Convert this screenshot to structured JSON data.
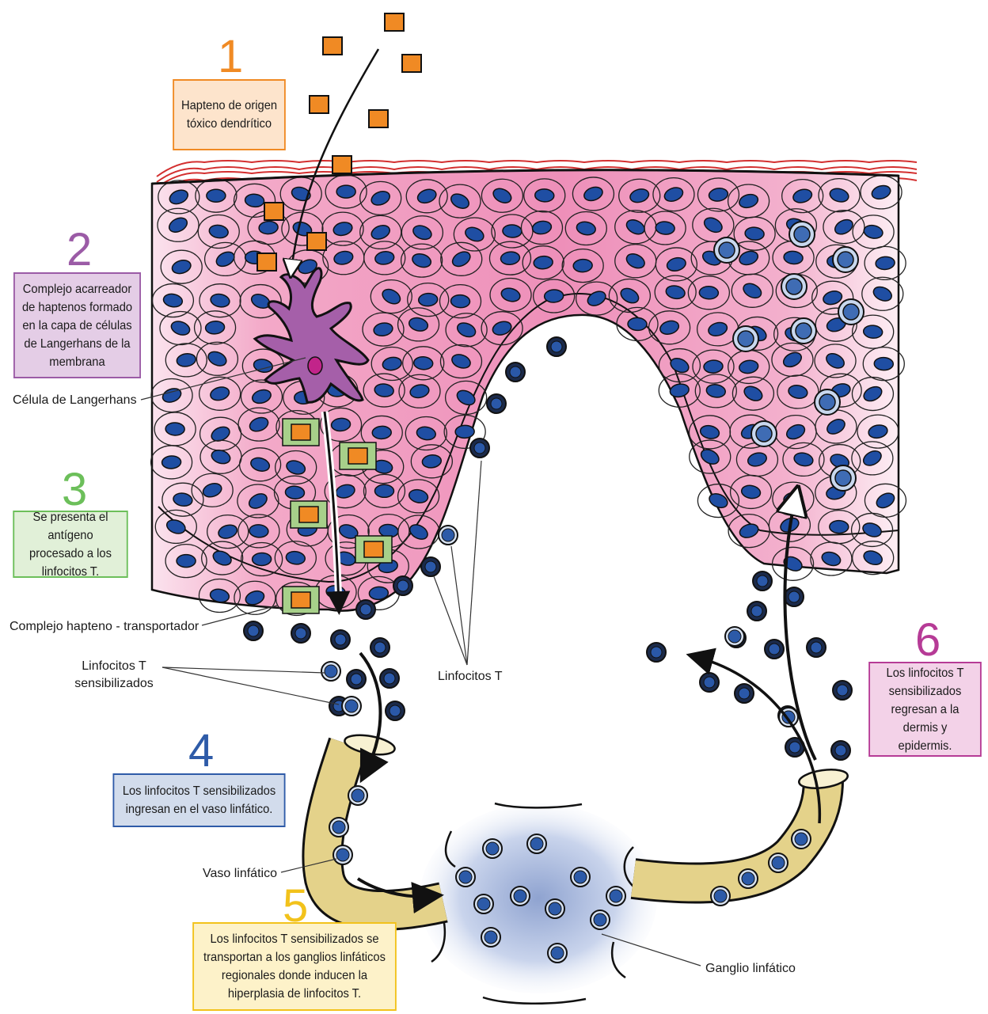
{
  "colors": {
    "orange": "#f08a24",
    "purple": "#9b5ba6",
    "green": "#6cbf5a",
    "blue": "#2e5ba8",
    "yellow": "#f2c21b",
    "magenta": "#b63b96",
    "skin": "#f2a6c6",
    "nucleus": "#1f4ea3",
    "vessel": "#e6d587"
  },
  "steps": [
    {
      "num": "1",
      "text": "Hapteno de origen tóxico dendrítico",
      "color": "orange",
      "fill": "#fde4cc"
    },
    {
      "num": "2",
      "text": "Complejo acarreador de haptenos formado en la capa de células de Langerhans de la membrana",
      "color": "purple",
      "fill": "#e4cde6"
    },
    {
      "num": "3",
      "text": "Se presenta el antígeno procesado a los linfocitos T.",
      "color": "green",
      "fill": "#e1f0d8"
    },
    {
      "num": "4",
      "text": "Los linfocitos T sensibilizados ingresan en el vaso linfático.",
      "color": "blue",
      "fill": "#d2dcec"
    },
    {
      "num": "5",
      "text": "Los linfocitos T sensibilizados se transportan a los ganglios linfáticos regionales donde inducen la hiperplasia de linfocitos T.",
      "color": "yellow",
      "fill": "#fdf2c9"
    },
    {
      "num": "6",
      "text": "Los linfocitos T sensibilizados regresan a la dermis y epidermis.",
      "color": "magenta",
      "fill": "#f3d2e8"
    }
  ],
  "labels": {
    "langerhans": "Célula de Langerhans",
    "complex": "Complejo hapteno - transportador",
    "sensitized_1": "Linfocitos T",
    "sensitized_2": "sensibilizados",
    "lymphocytes": "Linfocitos T",
    "vessel": "Vaso linfático",
    "ganglion": "Ganglio linfático"
  }
}
